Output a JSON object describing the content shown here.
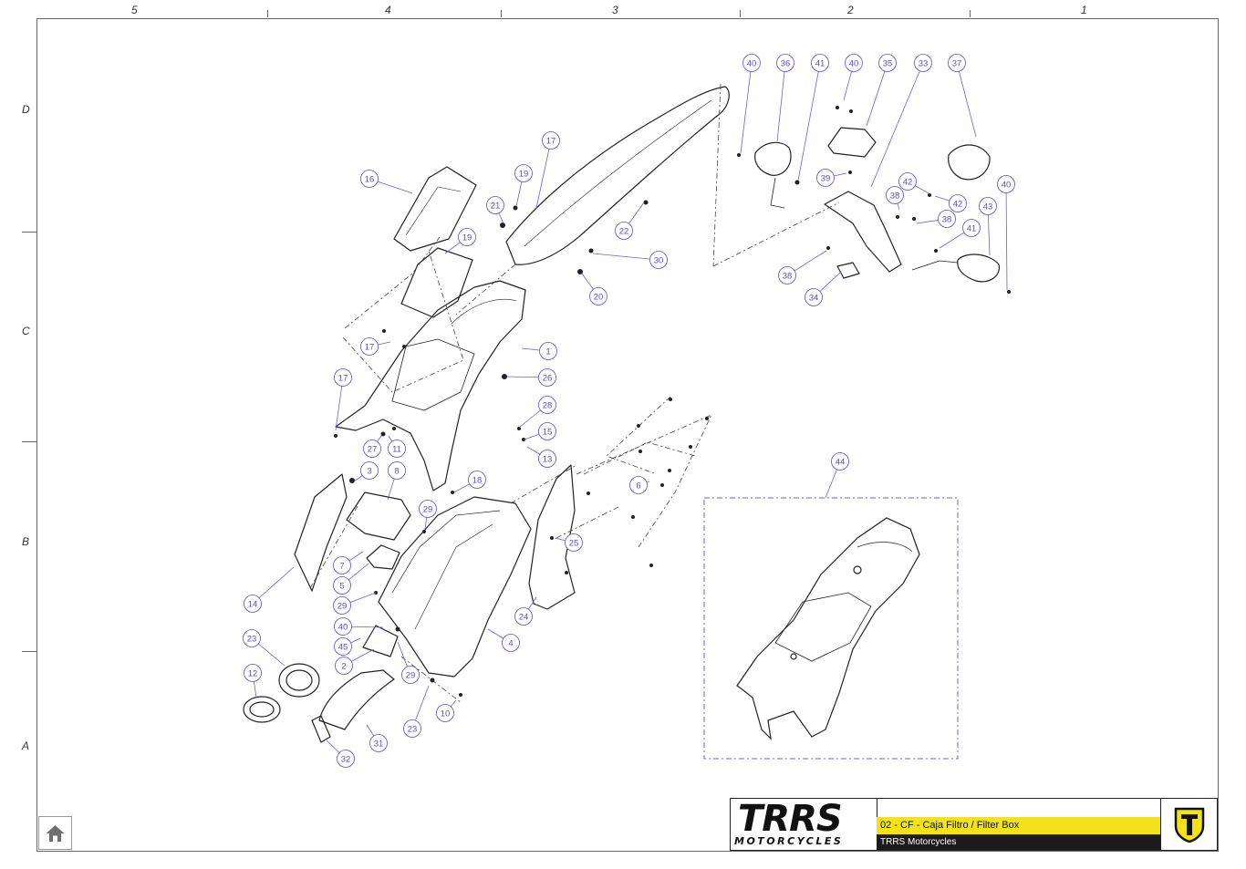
{
  "sheet": {
    "columns": [
      "5",
      "4",
      "3",
      "2",
      "1"
    ],
    "rows": [
      "D",
      "C",
      "B",
      "A"
    ]
  },
  "callouts": [
    "1",
    "2",
    "3",
    "4",
    "5",
    "6",
    "7",
    "8",
    "10",
    "11",
    "12",
    "13",
    "14",
    "15",
    "16",
    "17",
    "17",
    "17",
    "18",
    "19",
    "19",
    "20",
    "21",
    "22",
    "23",
    "23",
    "24",
    "25",
    "26",
    "27",
    "28",
    "29",
    "29",
    "29",
    "30",
    "31",
    "32",
    "33",
    "34",
    "35",
    "36",
    "37",
    "38",
    "38",
    "38",
    "39",
    "40",
    "40",
    "40",
    "40",
    "41",
    "41",
    "42",
    "42",
    "43",
    "44",
    "45"
  ],
  "title_block": {
    "logo_text": "TRRS",
    "logo_subtext": "MOTORCYCLES",
    "drawing_title": "02 - CF - Caja Filtro / Filter Box",
    "company": "TRRS Motorcycles"
  },
  "icons": {
    "home": "home-icon",
    "brand": "trrs-shield-icon"
  },
  "colors": {
    "callout": "#5a4fc8",
    "leader": "#6a60d0",
    "title_yellow": "#f2e21a",
    "title_dark": "#1b1b1b"
  }
}
